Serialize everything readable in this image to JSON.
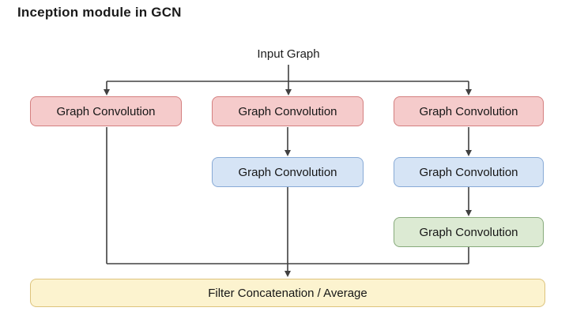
{
  "title": "Inception module in GCN",
  "diagram": {
    "input_label": "Input Graph",
    "output_label": "Filter Concatenation / Average",
    "nodes": [
      {
        "id": "conv-branch1-layer1",
        "label": "Graph Convolution",
        "color": "#f5cbcb",
        "border": "#d47f7f"
      },
      {
        "id": "conv-branch2-layer1",
        "label": "Graph Convolution",
        "color": "#f5cbcb",
        "border": "#d47f7f"
      },
      {
        "id": "conv-branch3-layer1",
        "label": "Graph Convolution",
        "color": "#f5cbcb",
        "border": "#d47f7f"
      },
      {
        "id": "conv-branch2-layer2",
        "label": "Graph Convolution",
        "color": "#d6e4f5",
        "border": "#88aad6"
      },
      {
        "id": "conv-branch3-layer2",
        "label": "Graph Convolution",
        "color": "#d6e4f5",
        "border": "#88aad6"
      },
      {
        "id": "conv-branch3-layer3",
        "label": "Graph Convolution",
        "color": "#dcead3",
        "border": "#87aa7b"
      }
    ],
    "output_bar": {
      "fill": "#fcf3cf",
      "border": "#ddc37c"
    },
    "line_color": "#404040"
  }
}
